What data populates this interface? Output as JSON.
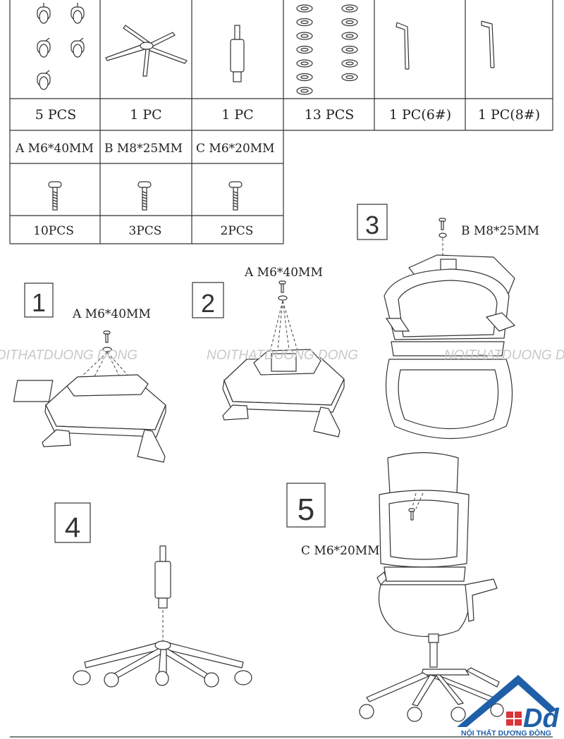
{
  "parts_row1": [
    {
      "label": "5 PCS",
      "icon": "caster-wheel-icon"
    },
    {
      "label": "1 PC",
      "icon": "star-base-icon"
    },
    {
      "label": "1 PC",
      "icon": "gas-lift-icon"
    },
    {
      "label": "13 PCS",
      "icon": "washer-icon"
    },
    {
      "label": "1 PC(6#)",
      "icon": "allen-key-icon"
    },
    {
      "label": "1 PC(8#)",
      "icon": "allen-key-icon"
    }
  ],
  "screws": [
    {
      "spec": "A M6*40MM",
      "qty": "10PCS"
    },
    {
      "spec": "B M8*25MM",
      "qty": "3PCS"
    },
    {
      "spec": "C M6*20MM",
      "qty": "2PCS"
    }
  ],
  "steps": [
    {
      "number": "1",
      "screw": "A M6*40MM"
    },
    {
      "number": "2",
      "screw": "A M6*40MM"
    },
    {
      "number": "3",
      "screw": "B M8*25MM"
    },
    {
      "number": "4"
    },
    {
      "number": "5",
      "screw": "C M6*20MM"
    }
  ],
  "watermark": "NOITHATDUONG DONG",
  "brand": {
    "logo_text": "Dd",
    "tagline": "NỘI THẤT DƯƠNG ĐÔNG",
    "color": "#1f5fa8",
    "accent": "#d9343a"
  }
}
